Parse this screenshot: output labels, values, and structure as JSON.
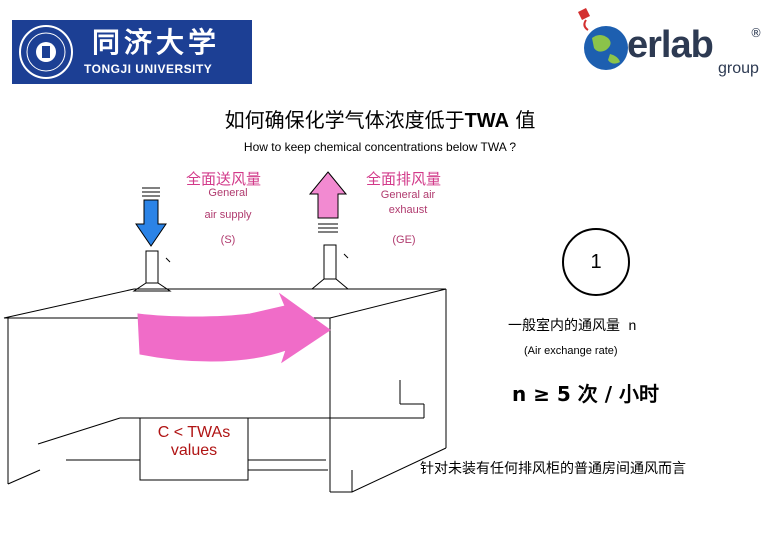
{
  "logos": {
    "tongji_chinese": "同济大学",
    "tongji_english": "TONGJI UNIVERSITY",
    "erlab_word": "erlab",
    "erlab_group": "group",
    "erlab_registered": "®"
  },
  "title": {
    "chinese_prefix": "如何确保化学气体浓度低于",
    "twa": "TWA",
    "chinese_suffix": " 值",
    "english": "How to keep chemical concentrations below TWA ?"
  },
  "supply": {
    "label_cn": "全面送风量",
    "label_en_line1": "General",
    "label_en_line2": "air supply",
    "abbr": "(S)",
    "color": "#2b83e6"
  },
  "exhaust": {
    "label_cn": "全面排风量",
    "label_en_line1": "General air",
    "label_en_line2": "exhaust",
    "abbr": "(GE)",
    "color": "#f28ad1"
  },
  "slide_number": "1",
  "exchange": {
    "label_cn": "一般室内的通风量",
    "symbol": "n",
    "label_en": "(Air exchange rate)",
    "rule": "n ≥ 5 次 / 小时"
  },
  "room": {
    "concentration_line1": "C < TWAs",
    "concentration_line2": "values",
    "airflow_color": "#f06cc8",
    "concentration_color": "#b01414"
  },
  "footnote": "针对未装有任何排风柜的普通房间通风而言"
}
